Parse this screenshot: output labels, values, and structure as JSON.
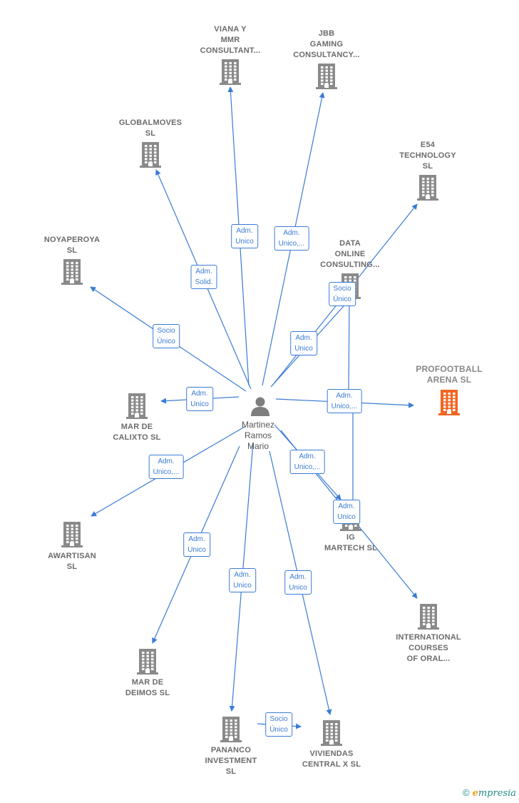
{
  "person": {
    "name_lines": [
      "Martinez",
      "Ramos",
      "Mario"
    ]
  },
  "colors": {
    "edge": "#3a7bd5",
    "building": "#8a8a8a",
    "highlight": "#f26522"
  },
  "companies": [
    {
      "id": "viana",
      "label_lines": [
        "VIANA Y",
        "MMR",
        "CONSULTANT..."
      ],
      "highlight": false
    },
    {
      "id": "jbb",
      "label_lines": [
        "JBB",
        "GAMING",
        "CONSULTANCY..."
      ],
      "highlight": false
    },
    {
      "id": "globalmoves",
      "label_lines": [
        "GLOBALMOVES",
        "SL"
      ],
      "highlight": false
    },
    {
      "id": "e54",
      "label_lines": [
        "E54",
        "TECHNOLOGY",
        "SL"
      ],
      "highlight": false
    },
    {
      "id": "noyaperoya",
      "label_lines": [
        "NOYAPEROYA",
        "SL"
      ],
      "highlight": false
    },
    {
      "id": "data_online",
      "label_lines": [
        "DATA",
        "ONLINE",
        "CONSULTING..."
      ],
      "highlight": false
    },
    {
      "id": "profootball",
      "label_lines": [
        "PROFOOTBALL",
        "ARENA SL"
      ],
      "highlight": true
    },
    {
      "id": "mar_calixto",
      "label_lines": [
        "MAR DE",
        "CALIXTO SL"
      ],
      "highlight": false
    },
    {
      "id": "ig_martech",
      "label_lines": [
        "IG",
        "MARTECH SL"
      ],
      "highlight": false
    },
    {
      "id": "awartisan",
      "label_lines": [
        "AWARTISAN",
        "SL"
      ],
      "highlight": false
    },
    {
      "id": "international",
      "label_lines": [
        "INTERNATIONAL",
        "COURSES",
        "OF ORAL..."
      ],
      "highlight": false
    },
    {
      "id": "mar_deimos",
      "label_lines": [
        "MAR DE",
        "DEIMOS SL"
      ],
      "highlight": false
    },
    {
      "id": "pananco",
      "label_lines": [
        "PANANCO",
        "INVESTMENT",
        "SL"
      ],
      "highlight": false
    },
    {
      "id": "viviendas",
      "label_lines": [
        "VIVIENDAS",
        "CENTRAL X SL"
      ],
      "highlight": false
    }
  ],
  "relations": [
    {
      "target": "viana",
      "label_lines": [
        "Adm.",
        "Unico"
      ]
    },
    {
      "target": "jbb",
      "label_lines": [
        "Adm.",
        "Unico,..."
      ]
    },
    {
      "target": "globalmoves",
      "label_lines": [
        "Adm.",
        "Solid."
      ]
    },
    {
      "target": "noyaperoya",
      "label_lines": [
        "Socio",
        "Único"
      ]
    },
    {
      "target": "e54",
      "label_lines": [
        "Socio",
        "Único"
      ]
    },
    {
      "target": "data_online",
      "label_lines": [
        "Adm.",
        "Unico"
      ]
    },
    {
      "target": "mar_calixto",
      "label_lines": [
        "Adm.",
        "Unico"
      ]
    },
    {
      "target": "profootball",
      "label_lines": [
        "Adm.",
        "Unico,..."
      ]
    },
    {
      "target": "awartisan",
      "label_lines": [
        "Adm.",
        "Unico,..."
      ]
    },
    {
      "target": "ig_martech",
      "label_lines": [
        "Adm.",
        "Unico,..."
      ]
    },
    {
      "target": "international",
      "label_lines": [
        "Adm.",
        "Unico"
      ]
    },
    {
      "target": "mar_deimos",
      "label_lines": [
        "Adm.",
        "Unico"
      ]
    },
    {
      "target": "pananco",
      "label_lines": [
        "Adm.",
        "Unico"
      ]
    },
    {
      "target": "viviendas",
      "label_lines": [
        "Adm.",
        "Unico"
      ]
    },
    {
      "source": "pananco",
      "target": "viviendas",
      "label_lines": [
        "Socio",
        "Único"
      ]
    }
  ],
  "footer": {
    "copyright": "©",
    "brand_first": "e",
    "brand_rest": "mpresia"
  }
}
